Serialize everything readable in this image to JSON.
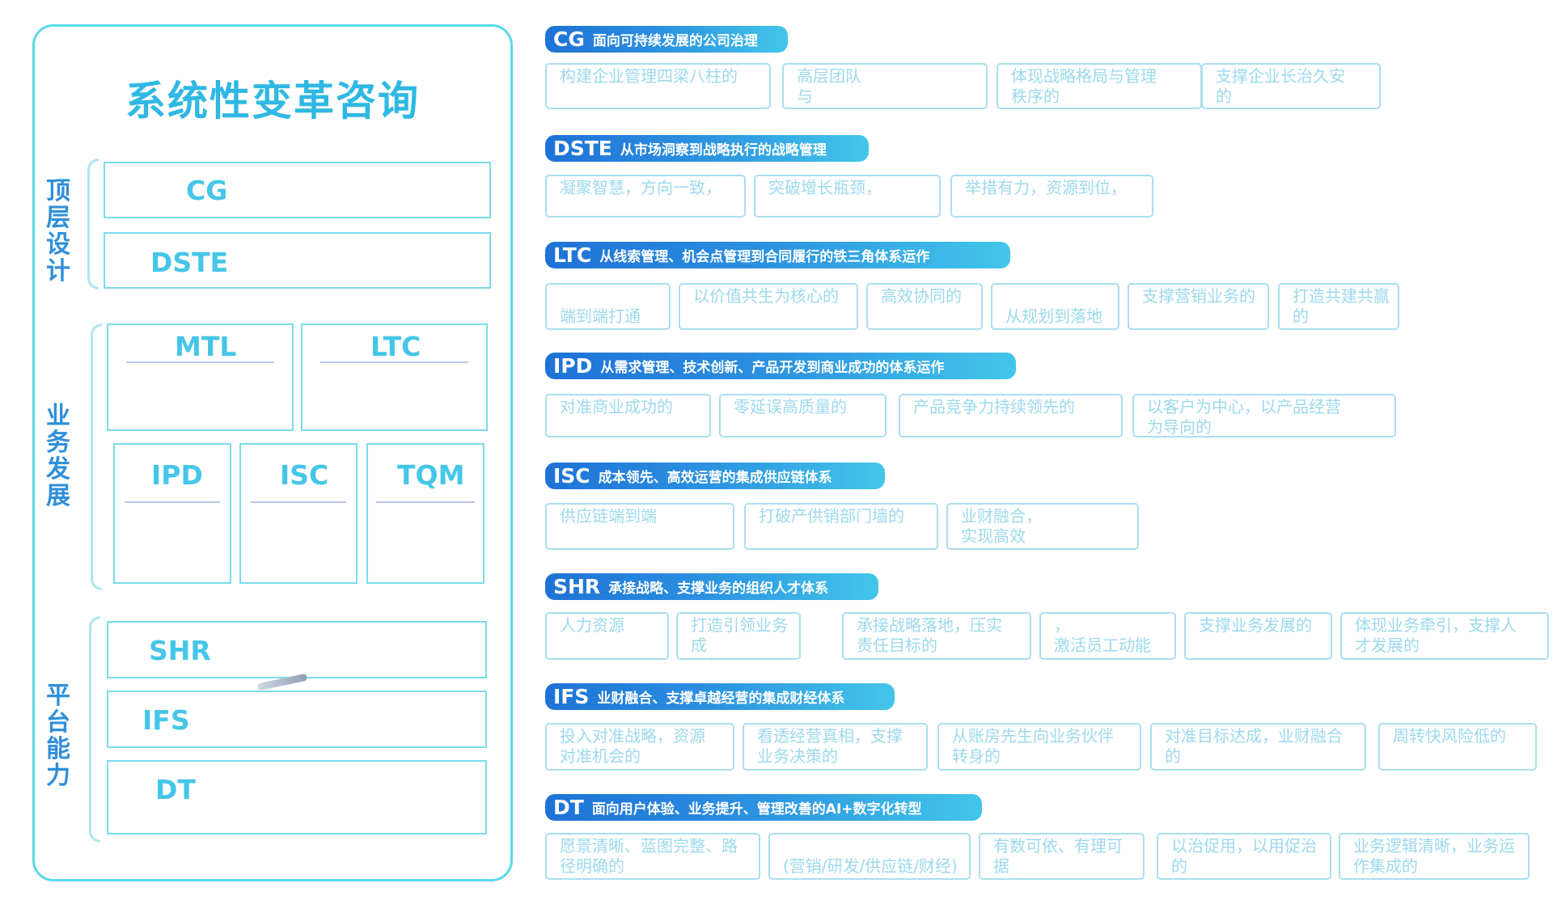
{
  "title": "系统性变革咨询",
  "groups": {
    "top_design": "顶层设计",
    "business_dev": "业务发展",
    "platform": "平台能力"
  },
  "modules": {
    "cg": "CG",
    "dste": "DSTE",
    "mtl": "MTL",
    "ltc": "LTC",
    "ipd": "IPD",
    "isc": "ISC",
    "tqm": "TQM",
    "shr": "SHR",
    "ifs": "IFS",
    "dt": "DT"
  },
  "sections": [
    {
      "code": "CG",
      "desc": "面向可持续发展的公司治理",
      "tags": [
        "构建企业管理四梁八柱的",
        "高层团队\n与",
        "体现战略格局与管理\n秩序的",
        "支撑企业长治久安\n的"
      ]
    },
    {
      "code": "DSTE",
      "desc": "从市场洞察到战略执行的战略管理",
      "tags": [
        "凝聚智慧，方向一致，",
        "突破增长瓶颈，",
        "举措有力，资源到位，"
      ]
    },
    {
      "code": "LTC",
      "desc": "从线索管理、机会点管理到合同履行的铁三角体系运作",
      "tags": [
        "\n端到端打通",
        "以价值共生为核心的",
        "高效协同的",
        "\n从规划到落地",
        "支撑营销业务的",
        "打造共建共赢\n的"
      ]
    },
    {
      "code": "IPD",
      "desc": "从需求管理、技术创新、产品开发到商业成功的体系运作",
      "tags": [
        "对准商业成功的",
        "零延误高质量的",
        "产品竞争力持续领先的",
        "以客户为中心，以产品经营\n为导向的"
      ]
    },
    {
      "code": "ISC",
      "desc": "成本领先、高效运营的集成供应链体系",
      "tags": [
        "供应链端到端",
        "打破产供销部门墙的",
        "业财融合，\n实现高效"
      ]
    },
    {
      "code": "SHR",
      "desc": "承接战略、支撑业务的组织人才体系",
      "tags": [
        "人力资源",
        "打造引领业务成\n功的",
        "承接战略落地，压实\n责任目标的",
        "，\n激活员工动能",
        "支撑业务发展的",
        "体现业务牵引，支撑人\n才发展的"
      ]
    },
    {
      "code": "IFS",
      "desc": "业财融合、支撑卓越经营的集成财经体系",
      "tags": [
        "投入对准战略，资源\n对准机会的",
        "看透经营真相，支撑\n业务决策的",
        "从账房先生向业务伙伴\n转身的",
        "对准目标达成，业财融合\n的",
        "周转快风险低的"
      ]
    },
    {
      "code": "DT",
      "desc": "面向用户体验、业务提升、管理改善的AI+数字化转型",
      "tags": [
        "愿景清晰、蓝图完整、路\n径明确的",
        "\n(营销/研发/供应链/财经)",
        "有数可依、有理可据\n的",
        "以治促用，以用促治\n的",
        "业务逻辑清晰，业务运\n作集成的"
      ]
    }
  ]
}
